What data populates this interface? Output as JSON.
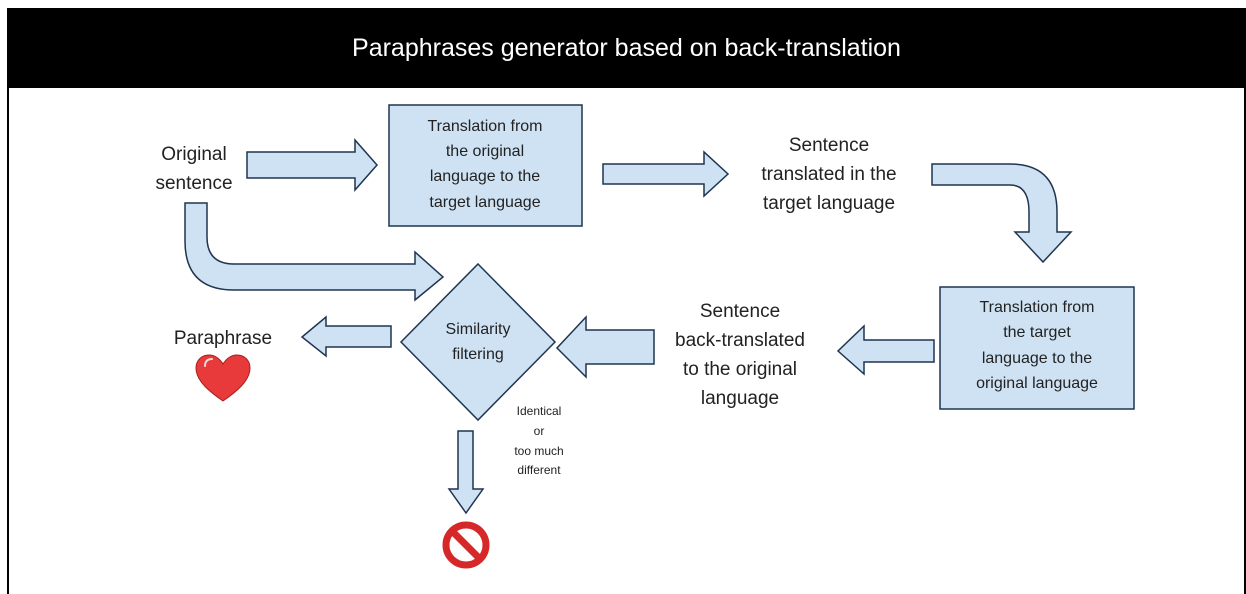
{
  "header": {
    "title": "Paraphrases generator based on back-translation"
  },
  "nodes": {
    "original_sentence": [
      "Original",
      "sentence"
    ],
    "translation_forward": [
      "Translation from",
      "the original",
      "language to the",
      "target language"
    ],
    "sentence_translated": [
      "Sentence",
      "translated in the",
      "target language"
    ],
    "translation_back": [
      "Translation from",
      "the target",
      "language to the",
      "original language"
    ],
    "back_translated": [
      "Sentence",
      "back-translated",
      "to the original",
      "language"
    ],
    "similarity": [
      "Similarity",
      "filtering"
    ],
    "paraphrase": "Paraphrase",
    "rejected_label": [
      "Identical",
      "or",
      "too much",
      "different"
    ]
  },
  "icons": {
    "accept": "heart-icon",
    "reject": "no-entry-icon"
  },
  "colors": {
    "header_bg": "#000000",
    "header_text": "#ffffff",
    "box_fill": "#cfe2f3",
    "box_stroke": "#1f3550",
    "arrow_fill": "#cfe2f3",
    "arrow_stroke": "#1f3550",
    "heart": "#e83a3a",
    "reject": "#d62828"
  }
}
